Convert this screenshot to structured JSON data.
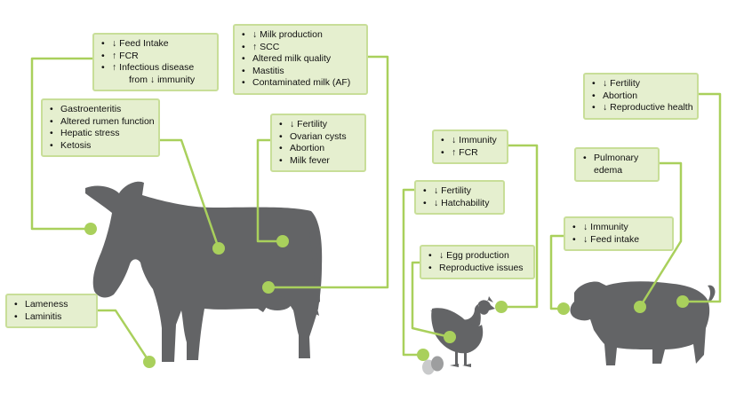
{
  "colors": {
    "animal": "#636466",
    "connector": "#a9d05c",
    "box_fill": "#e5efcf",
    "box_border": "#c8de98"
  },
  "icons": [
    "cow-silhouette",
    "chicken-silhouette",
    "pig-silhouette",
    "eggs-icon"
  ],
  "cow": {
    "intake": [
      "↓ Feed Intake",
      "↑ FCR",
      "↑ Infectious disease",
      "from ↓ immunity"
    ],
    "digestive": [
      "Gastroenteritis",
      "Altered rumen function",
      "Hepatic stress",
      "Ketosis"
    ],
    "milk": [
      "↓ Milk production",
      "↑ SCC",
      " Altered milk quality",
      "Mastitis",
      "Contaminated milk (AF)"
    ],
    "reproduction": [
      "↓ Fertility",
      "Ovarian cysts",
      "Abortion",
      "Milk fever"
    ],
    "feet": [
      "Lameness",
      "Laminitis"
    ]
  },
  "poultry": {
    "immunity": [
      "↓ Immunity",
      "↑ FCR"
    ],
    "fertility": [
      "↓ Fertility",
      "↓ Hatchability"
    ],
    "eggs": [
      "↓ Egg production",
      "Reproductive issues"
    ]
  },
  "swine": {
    "reproduction": [
      "↓ Fertility",
      "Abortion",
      "↓ Reproductive health"
    ],
    "lungs": [
      "Pulmonary",
      "edema"
    ],
    "immunity": [
      "↓ Immunity",
      "↓ Feed intake"
    ]
  }
}
